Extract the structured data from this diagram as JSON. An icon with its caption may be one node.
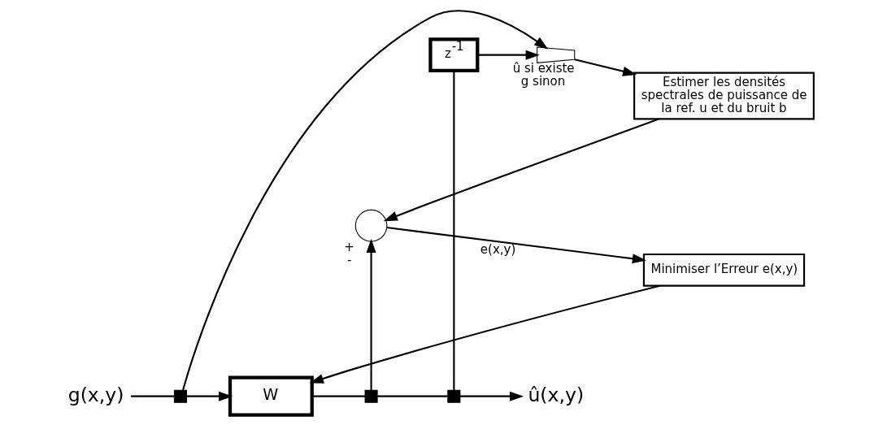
{
  "diagram": {
    "nodes": [
      {
        "text": [
          "g(x,y)"
        ]
      },
      {
        "text": [],
        "shape": "box"
      },
      {
        "text": [
          "W"
        ]
      },
      {
        "text": [],
        "shape": "box"
      },
      {
        "text": [],
        "shape": "box"
      },
      {
        "text": [
          "û(x,y)"
        ]
      },
      {
        "text": [
          "z$^{-1}$"
        ]
      },
      {
        "text": [],
        "shape": "circle",
        "beside": [
          "+",
          "-"
        ]
      },
      {
        "text": [
          "Minimiser l’Erreur e(x,y)"
        ]
      },
      {
        "text": [],
        "shape": "trapezoid",
        "beside": [
          "û si existe g sinon"
        ]
      },
      {
        "text": [
          "Estimer les densités spectrales de puissance de la ref. u et du bruit b"
        ]
      }
    ],
    "edges": [
      {
        "from": 0,
        "to": 1,
        "arrow": "none"
      },
      {
        "from": 1,
        "to": 2,
        "arrow": "to"
      },
      {
        "from": 2,
        "to": 3,
        "arrow": "none"
      },
      {
        "from": 3,
        "to": 4,
        "arrow": "none"
      },
      {
        "from": 4,
        "to": 5,
        "arrow": "to"
      },
      {
        "from": 3,
        "to": 7,
        "arrow": "to"
      },
      {
        "from": 4,
        "to": 6,
        "arrow": "none"
      },
      {
        "from": 6,
        "to": 9,
        "arrow": "to"
      },
      {
        "from": 1,
        "to": 9,
        "arrow": "to"
      },
      {
        "from": 9,
        "to": 10,
        "arrow": "to"
      },
      {
        "from": 10,
        "to": 7,
        "arrow": "to"
      },
      {
        "from": 7,
        "to": 8,
        "arrow": "to",
        "label": "e(x,y)"
      },
      {
        "from": 8,
        "to": 2,
        "arrow": "to"
      }
    ]
  }
}
